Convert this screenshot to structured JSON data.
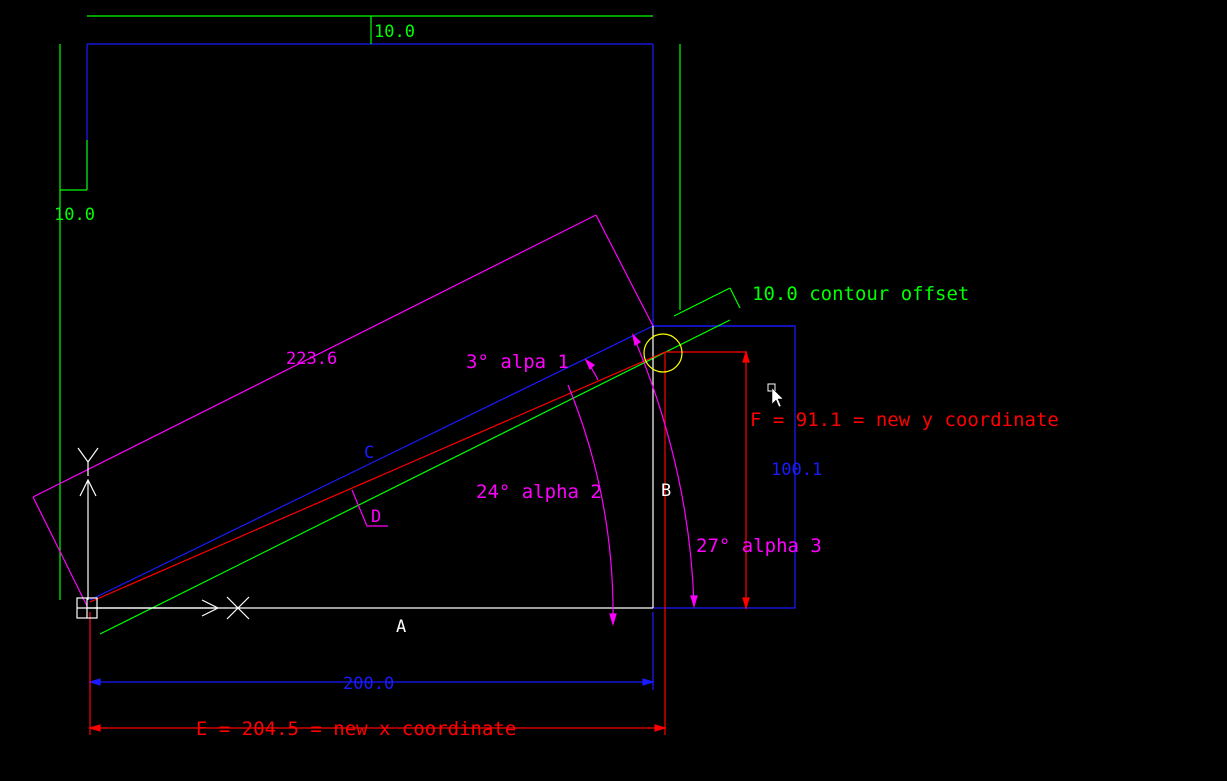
{
  "colors": {
    "background": "#000000",
    "white": "#ffffff",
    "blue": "#1a1aff",
    "green": "#00ff00",
    "red": "#ff0000",
    "magenta": "#ff00ff",
    "yellow": "#ffff00"
  },
  "labels": {
    "top_offset": "10.0",
    "left_offset": "10.0",
    "contour_offset": "10.0 contour offset",
    "hyp_length": "223.6",
    "alpha1": "3° alpa 1",
    "alpha2": "24° alpha 2",
    "alpha3": "27° alpha 3",
    "side_c": "C",
    "side_d": "D",
    "side_b": "B",
    "side_a": "A",
    "y_coord": "F = 91.1 = new y coordinate",
    "height": "100.1",
    "width": "200.0",
    "x_coord": "E = 204.5 = new x coordinate"
  },
  "icons": {
    "ucs_icon": "ucs-axis-icon",
    "origin_marker": "origin-box-icon",
    "cursor": "arrow-cursor-icon",
    "pickbox": "pickbox-icon"
  }
}
